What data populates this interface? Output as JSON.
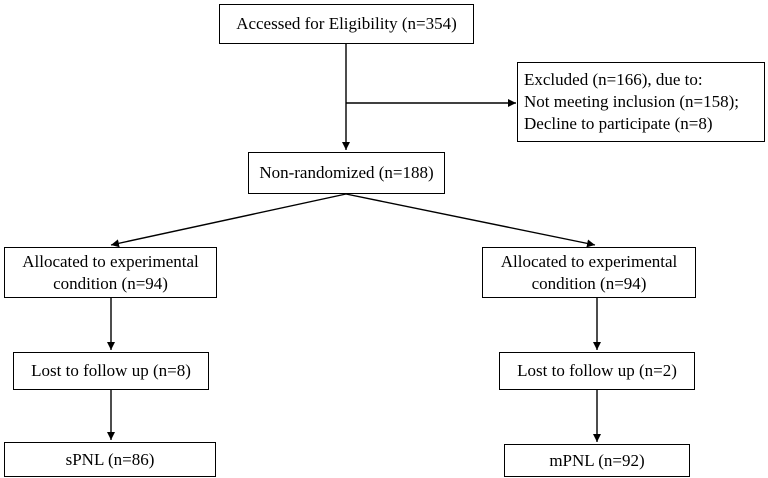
{
  "flowchart": {
    "eligibility": {
      "text": "Accessed for Eligibility  (n=354)"
    },
    "excluded": {
      "lines": [
        "Excluded (n=166), due to:",
        "Not meeting inclusion (n=158);",
        "Decline to participate (n=8)"
      ]
    },
    "non_randomized": {
      "text": "Non-randomized (n=188)"
    },
    "left_branch": {
      "allocated": {
        "line1": "Allocated to experimental",
        "line2": "condition (n=94)"
      },
      "lost": {
        "text": "Lost to follow up (n=8)"
      },
      "final": {
        "text": "sPNL (n=86)"
      }
    },
    "right_branch": {
      "allocated": {
        "line1": "Allocated to experimental",
        "line2": "condition (n=94)"
      },
      "lost": {
        "text": "Lost to follow up (n=2)"
      },
      "final": {
        "text": "mPNL (n=92)"
      }
    }
  },
  "colors": {
    "line": "#000000",
    "box_border": "#000000",
    "background": "#ffffff"
  }
}
